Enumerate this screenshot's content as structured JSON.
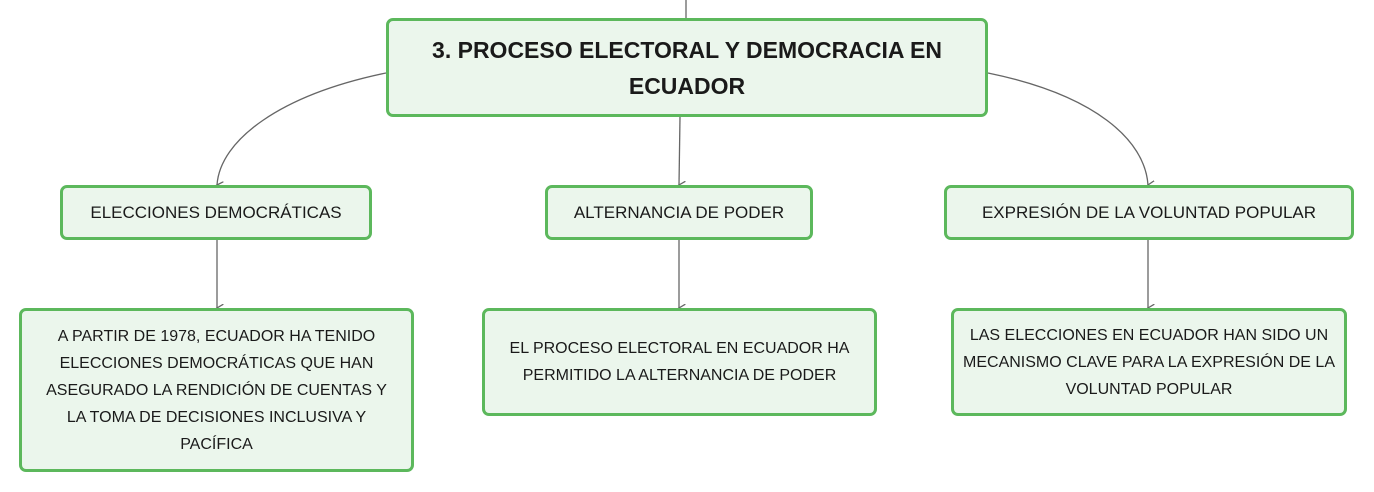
{
  "colors": {
    "node_fill": "#ebf6ec",
    "node_border": "#5cb85c",
    "connector": "#666666"
  },
  "root": {
    "title": "3. PROCESO ELECTORAL Y DEMOCRACIA EN ECUADOR"
  },
  "branches": [
    {
      "label": "ELECCIONES DEMOCRÁTICAS",
      "detail": "A PARTIR DE 1978, ECUADOR HA TENIDO ELECCIONES DEMOCRÁTICAS QUE HAN ASEGURADO LA RENDICIÓN DE CUENTAS Y LA TOMA DE DECISIONES INCLUSIVA Y PACÍFICA"
    },
    {
      "label": "ALTERNANCIA DE PODER",
      "detail": "EL PROCESO ELECTORAL EN ECUADOR HA PERMITIDO LA ALTERNANCIA DE PODER"
    },
    {
      "label": "EXPRESIÓN DE LA VOLUNTAD POPULAR",
      "detail": "LAS ELECCIONES EN ECUADOR HAN SIDO UN MECANISMO CLAVE PARA LA EXPRESIÓN DE LA VOLUNTAD POPULAR"
    }
  ]
}
